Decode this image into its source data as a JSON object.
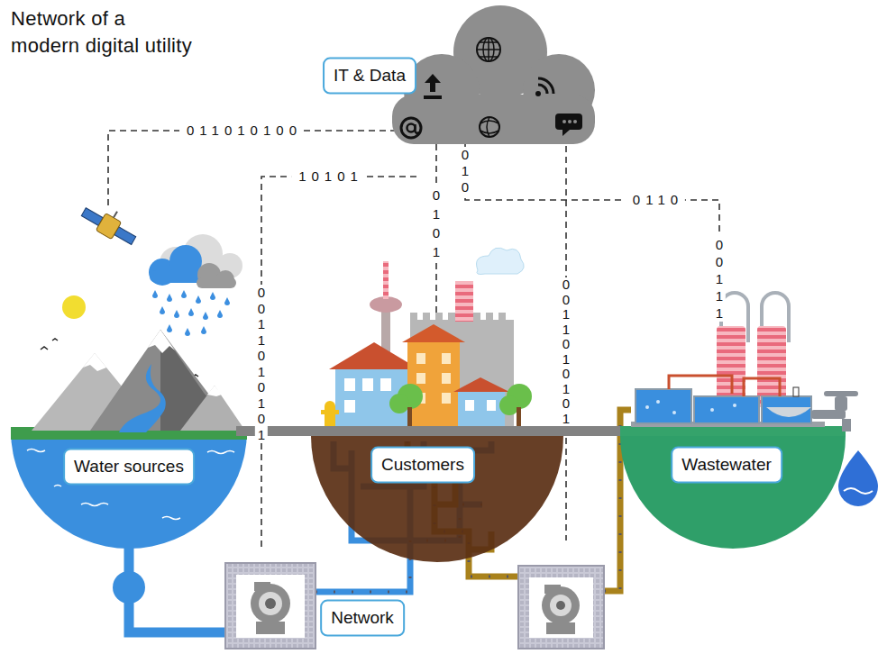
{
  "diagram": {
    "title": "Network of a modern digital utility",
    "nodes": [
      {
        "text": [
          "IT & Data"
        ]
      },
      {
        "text": [
          "Water sources"
        ]
      },
      {
        "text": [
          "Customers"
        ]
      },
      {
        "text": [
          "Wastewater"
        ]
      },
      {
        "text": [
          "Network"
        ]
      }
    ],
    "edges": [
      {
        "from": 0,
        "to": 2,
        "arrow": "none"
      },
      {
        "from": 0,
        "to": 3,
        "arrow": "none"
      }
    ],
    "labels": [
      "011010100",
      "10101",
      "0011010101",
      "010",
      "0101",
      "0110",
      "00111",
      "0011010101"
    ]
  }
}
